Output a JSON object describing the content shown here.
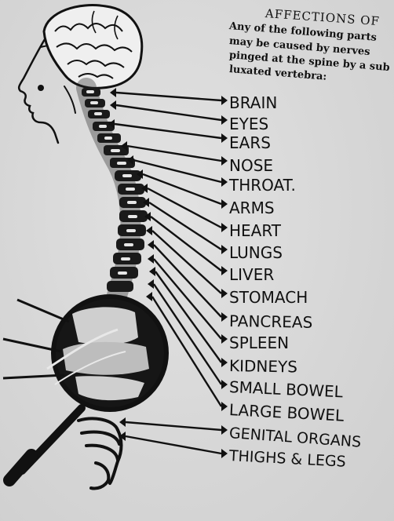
{
  "header": {
    "title": "AFFECTIONS OF",
    "lines": [
      "Any of the following parts",
      "may be caused by nerves",
      "pinged at the spine by a sub",
      "luxated vertebra:"
    ]
  },
  "organs": [
    "BRAIN",
    "EYES",
    "EARS",
    "NOSE",
    "THROAT.",
    "ARMS",
    "HEART",
    "LUNGS",
    "LIVER",
    "STOMACH",
    "PANCREAS",
    "SPLEEN",
    "KIDNEYS",
    "SMALL BOWEL",
    "LARGE BOWEL",
    "GENITAL ORGANS",
    "THIGHS & LEGS"
  ],
  "colors": {
    "ink": "#111111",
    "paper": "#d9d9d9"
  }
}
